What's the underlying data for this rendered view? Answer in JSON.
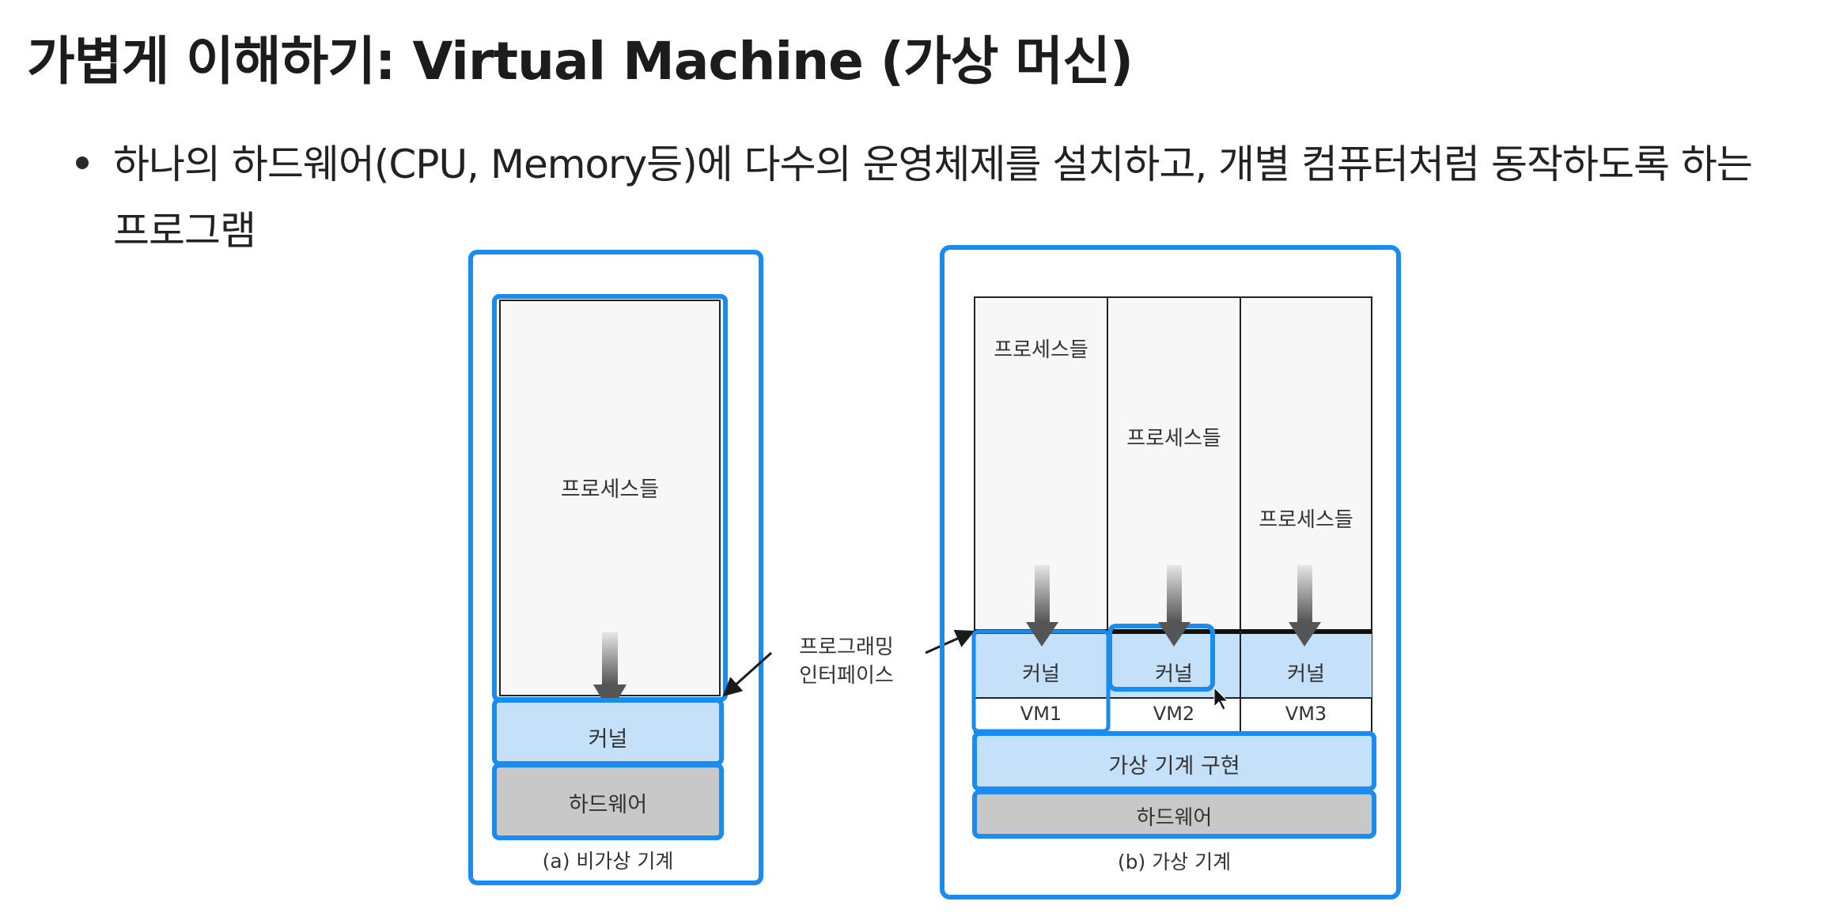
{
  "title": "가볍게 이해하기: Virtual Machine (가상 머신)",
  "bullet": {
    "line1": "하나의 하드웨어(CPU, Memory등)에 다수의 운영체제를 설치하고, 개별 컴퓨터처럼 동작하도록 하는",
    "line2": "프로그램"
  },
  "diagram": {
    "accent_color": "#1a8cf0",
    "kernel_fill": "#c5e1fa",
    "hardware_fill": "#c8c8c8",
    "left": {
      "processes": "프로세스들",
      "kernel": "커널",
      "hardware": "하드웨어",
      "caption": "(a) 비가상 기계"
    },
    "interface_label_line1": "프로그래밍",
    "interface_label_line2": "인터페이스",
    "right": {
      "vms": [
        {
          "processes": "프로세스들",
          "kernel": "커널",
          "name": "VM1"
        },
        {
          "processes": "프로세스들",
          "kernel": "커널",
          "name": "VM2"
        },
        {
          "processes": "프로세스들",
          "kernel": "커널",
          "name": "VM3"
        }
      ],
      "vm_impl": "가상 기계 구현",
      "hardware": "하드웨어",
      "caption": "(b) 가상 기계"
    }
  }
}
